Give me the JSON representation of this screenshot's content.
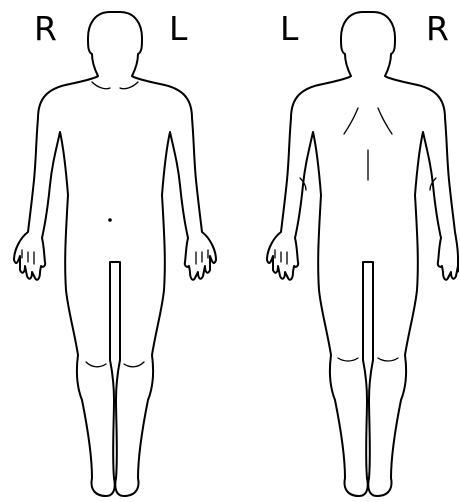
{
  "front_view": {
    "right_label": "R",
    "left_label": "L"
  },
  "back_view": {
    "left_label": "L",
    "right_label": "R"
  },
  "colors": {
    "outline": "#000000",
    "background": "#ffffff"
  }
}
